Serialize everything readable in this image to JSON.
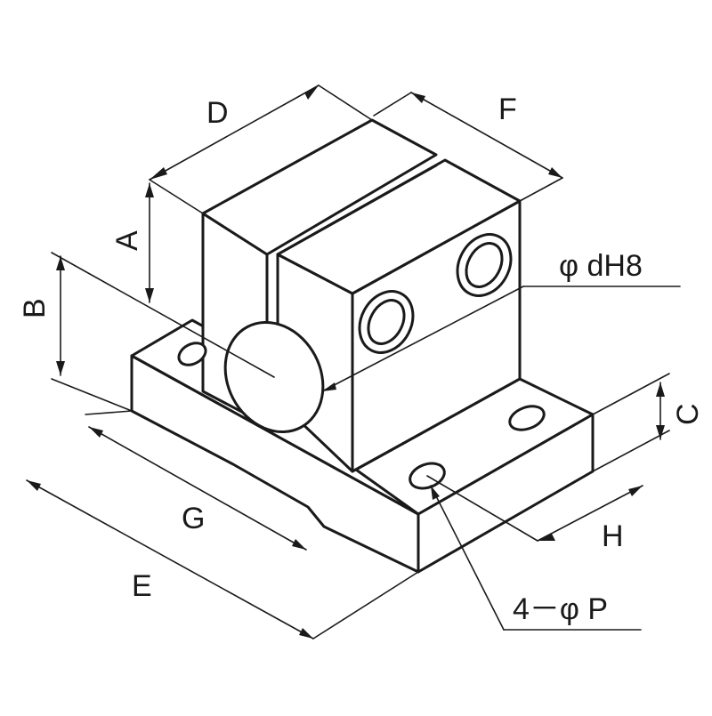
{
  "labels": {
    "A": "A",
    "B": "B",
    "C": "C",
    "D": "D",
    "E": "E",
    "F": "F",
    "G": "G",
    "H": "H",
    "bore": "φ dH8",
    "holes": "4－φ P"
  }
}
